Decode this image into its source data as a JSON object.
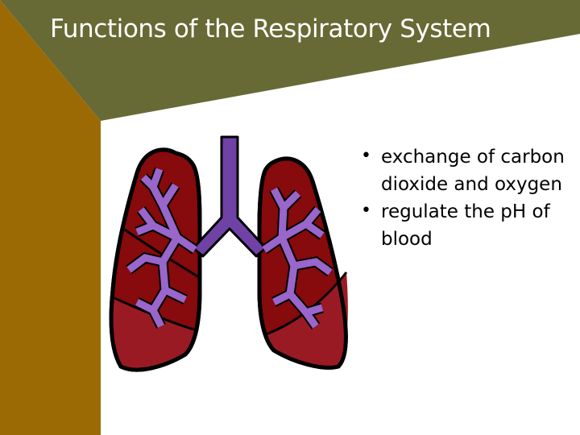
{
  "slide": {
    "title": "Functions of the Respiratory System",
    "bullets": [
      "exchange of carbon dioxide and oxygen",
      "regulate the pH of blood"
    ]
  },
  "colors": {
    "header_band": "#676a35",
    "left_band": "#9c6a04",
    "lung_fill": "#870a0c",
    "lung_lower_lobe": "#9a1a24",
    "airways": "#9966cc",
    "trachea": "#7042a6",
    "background": "#ffffff"
  },
  "illustration": {
    "icon": "lungs-icon"
  }
}
